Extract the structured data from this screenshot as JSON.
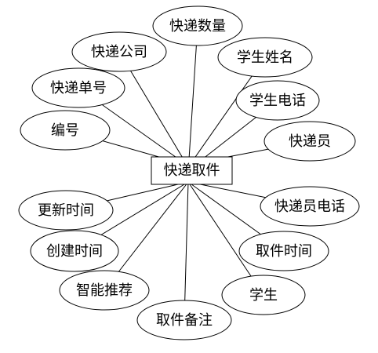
{
  "entity": {
    "label": "快递取件"
  },
  "attributes": [
    {
      "id": "express-quantity",
      "label": "快递数量"
    },
    {
      "id": "express-company",
      "label": "快递公司"
    },
    {
      "id": "student-name",
      "label": "学生姓名"
    },
    {
      "id": "tracking-number",
      "label": "快递单号"
    },
    {
      "id": "student-phone",
      "label": "学生电话"
    },
    {
      "id": "serial-number",
      "label": "编号"
    },
    {
      "id": "courier",
      "label": "快递员"
    },
    {
      "id": "update-time",
      "label": "更新时间"
    },
    {
      "id": "courier-phone",
      "label": "快递员电话"
    },
    {
      "id": "create-time",
      "label": "创建时间"
    },
    {
      "id": "pickup-time",
      "label": "取件时间"
    },
    {
      "id": "smart-recommend",
      "label": "智能推荐"
    },
    {
      "id": "student",
      "label": "学生"
    },
    {
      "id": "pickup-note",
      "label": "取件备注"
    }
  ]
}
